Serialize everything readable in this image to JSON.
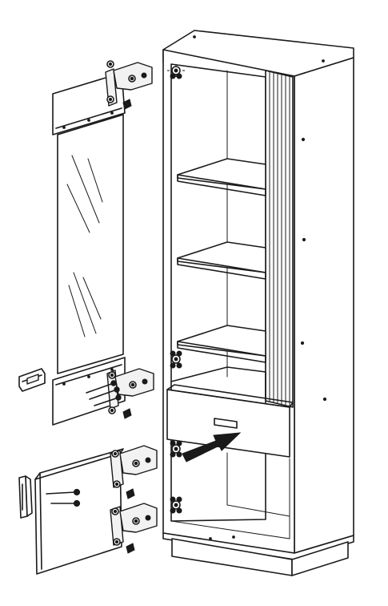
{
  "diagram": {
    "kind": "furniture-assembly-illustration",
    "parts": [
      "tall-cabinet",
      "glass-door",
      "lower-door",
      "drawer",
      "shelves",
      "hinges",
      "screws",
      "handles",
      "arrow"
    ],
    "colors": {
      "line": "#1a1a1a",
      "background": "#ffffff",
      "panel": "#f2f2f2"
    }
  }
}
